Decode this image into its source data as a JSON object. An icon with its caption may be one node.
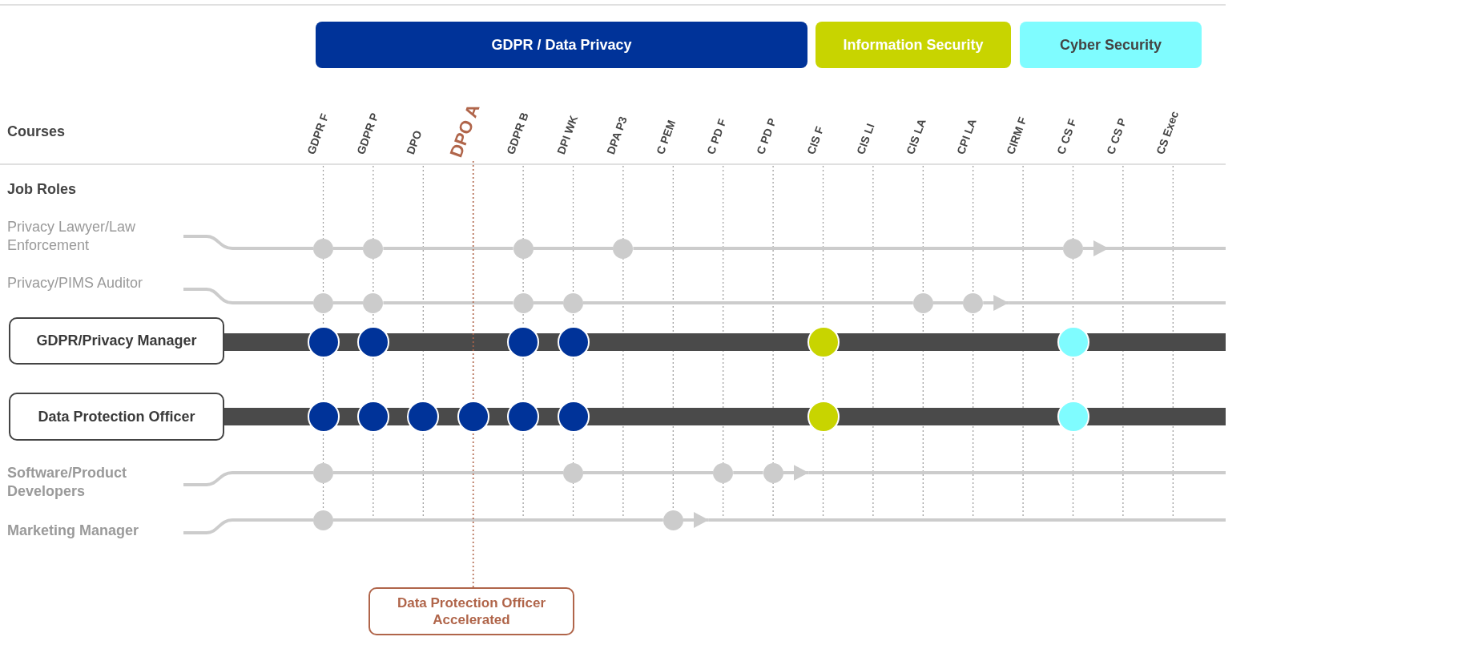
{
  "diagram": {
    "nodes": [
      {
        "text": [
          "GDPR / Data Privacy"
        ]
      },
      {
        "text": [
          "Information Security"
        ]
      },
      {
        "text": [
          "Cyber Security"
        ]
      },
      {
        "text": [
          "DPO A"
        ]
      },
      {
        "text": [
          "Privacy Lawyer/Law Enforcement"
        ]
      },
      {
        "text": [
          "Privacy/PIMS Auditor"
        ]
      },
      {
        "text": [
          "GDPR/Privacy Manager"
        ]
      },
      {
        "text": [
          "Data Protection Officer"
        ]
      },
      {
        "text": [
          "Software/Product Developers"
        ]
      },
      {
        "text": [
          "Marketing Manager"
        ]
      },
      {
        "text": [
          "Data Protection Officer Accelerated"
        ]
      },
      {
        "text": [],
        "shape": "circle"
      },
      {
        "text": [],
        "shape": "circle"
      },
      {
        "text": [],
        "shape": "circle"
      },
      {
        "text": [],
        "shape": "circle"
      },
      {
        "text": [],
        "shape": "circle"
      },
      {
        "text": [],
        "shape": "circle"
      },
      {
        "text": [],
        "shape": "circle"
      },
      {
        "text": [],
        "shape": "circle"
      },
      {
        "text": [],
        "shape": "circle"
      },
      {
        "text": [],
        "shape": "circle"
      },
      {
        "text": [],
        "shape": "circle"
      },
      {
        "text": [],
        "shape": "circle"
      },
      {
        "text": [],
        "shape": "circle"
      },
      {
        "text": [],
        "shape": "circle"
      },
      {
        "text": [],
        "shape": "circle"
      },
      {
        "text": [],
        "shape": "circle"
      },
      {
        "text": [],
        "shape": "circle"
      },
      {
        "text": [],
        "shape": "circle"
      },
      {
        "text": [],
        "shape": "circle"
      },
      {
        "text": [],
        "shape": "circle"
      },
      {
        "text": [],
        "shape": "circle"
      },
      {
        "text": [],
        "shape": "circle"
      },
      {
        "text": [],
        "shape": "circle"
      },
      {
        "text": [],
        "shape": "circle"
      },
      {
        "text": [],
        "shape": "circle"
      },
      {
        "text": [],
        "shape": "circle"
      },
      {
        "text": [],
        "shape": "circle"
      },
      {
        "text": [],
        "shape": "circle"
      },
      {
        "text": [],
        "shape": "circle"
      },
      {
        "text": [],
        "shape": "circle"
      },
      {
        "text": [],
        "shape": "circle"
      }
    ],
    "edges": [
      {
        "from": 4,
        "to": 11,
        "arrow": "none"
      },
      {
        "from": 11,
        "to": 12,
        "arrow": "none"
      },
      {
        "from": 12,
        "to": 13,
        "arrow": "none"
      },
      {
        "from": 13,
        "to": 14,
        "arrow": "none"
      },
      {
        "from": 14,
        "to": 15,
        "arrow": "none"
      },
      {
        "from": 15,
        "to": null,
        "arrow": "to"
      },
      {
        "from": 5,
        "to": 16,
        "arrow": "none"
      },
      {
        "from": 16,
        "to": 17,
        "arrow": "none"
      },
      {
        "from": 17,
        "to": 18,
        "arrow": "none"
      },
      {
        "from": 18,
        "to": 19,
        "arrow": "none"
      },
      {
        "from": 19,
        "to": 20,
        "arrow": "none"
      },
      {
        "from": 20,
        "to": 21,
        "arrow": "none"
      },
      {
        "from": 21,
        "to": null,
        "arrow": "to"
      },
      {
        "from": 6,
        "to": 22,
        "arrow": "none",
        "style": "thick",
        "color": "#4a4a4a"
      },
      {
        "from": 22,
        "to": 23,
        "arrow": "none",
        "style": "thick",
        "color": "#4a4a4a"
      },
      {
        "from": 23,
        "to": 24,
        "arrow": "none",
        "style": "thick",
        "color": "#4a4a4a"
      },
      {
        "from": 24,
        "to": 25,
        "arrow": "none",
        "style": "thick",
        "color": "#4a4a4a"
      },
      {
        "from": 25,
        "to": 26,
        "arrow": "none",
        "style": "thick",
        "color": "#4a4a4a"
      },
      {
        "from": 26,
        "to": 27,
        "arrow": "none",
        "style": "thick",
        "color": "#4a4a4a"
      },
      {
        "from": 27,
        "to": null,
        "arrow": "none",
        "style": "thick",
        "color": "#4a4a4a"
      },
      {
        "from": 7,
        "to": 28,
        "arrow": "none",
        "style": "thick",
        "color": "#4a4a4a"
      },
      {
        "from": 28,
        "to": 29,
        "arrow": "none",
        "style": "thick",
        "color": "#4a4a4a"
      },
      {
        "from": 29,
        "to": 30,
        "arrow": "none",
        "style": "thick",
        "color": "#4a4a4a"
      },
      {
        "from": 30,
        "to": 31,
        "arrow": "none",
        "style": "thick",
        "color": "#4a4a4a"
      },
      {
        "from": 31,
        "to": 32,
        "arrow": "none",
        "style": "thick",
        "color": "#4a4a4a"
      },
      {
        "from": 32,
        "to": 33,
        "arrow": "none",
        "style": "thick",
        "color": "#4a4a4a"
      },
      {
        "from": 33,
        "to": 34,
        "arrow": "none",
        "style": "thick",
        "color": "#4a4a4a"
      },
      {
        "from": 34,
        "to": 35,
        "arrow": "none",
        "style": "thick",
        "color": "#4a4a4a"
      },
      {
        "from": 35,
        "to": null,
        "arrow": "none",
        "style": "thick",
        "color": "#4a4a4a"
      },
      {
        "from": 8,
        "to": 36,
        "arrow": "none"
      },
      {
        "from": 36,
        "to": 37,
        "arrow": "none"
      },
      {
        "from": 37,
        "to": 38,
        "arrow": "none"
      },
      {
        "from": 38,
        "to": 39,
        "arrow": "none"
      },
      {
        "from": 39,
        "to": null,
        "arrow": "to"
      },
      {
        "from": 9,
        "to": 40,
        "arrow": "none"
      },
      {
        "from": 40,
        "to": 41,
        "arrow": "none"
      },
      {
        "from": 41,
        "to": null,
        "arrow": "to"
      },
      {
        "from": 3,
        "to": 10,
        "arrow": "none",
        "style": "dashed",
        "color": "#b0654a"
      }
    ],
    "labels": [
      "Courses",
      "GDPR F",
      "GDPR P",
      "DPO",
      "GDPR B",
      "DPI WK",
      "DPA P3",
      "C PEM",
      "C PD F",
      "C PD P",
      "CIS F",
      "CIS LI",
      "CIS LA",
      "CPI LA",
      "CIRM F",
      "C CS F",
      "C CS P",
      "CS Exec",
      "Job Roles"
    ]
  }
}
